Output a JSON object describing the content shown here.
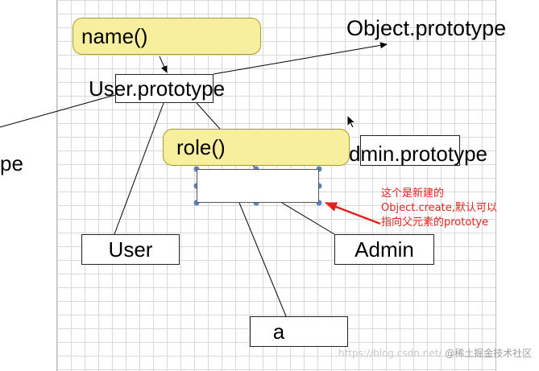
{
  "diagram": {
    "nodes": {
      "name_method": "name()",
      "object_prototype": "Object.prototype",
      "user_prototype": "User.prototype",
      "cut_off_prototype": "pe",
      "role_method": "role()",
      "admin_prototype": "dmin.prototype",
      "user": "User",
      "admin": "Admin",
      "instance_a": "a"
    },
    "annotation": {
      "lines": [
        "这个是新建的",
        "Object.create,默认可以",
        "指向父元素的prototye"
      ]
    },
    "watermark": {
      "url": "https://blog.csdn.net/",
      "brand": "@稀土掘金技术社区"
    }
  },
  "colors": {
    "pill_fill": "#f7ef9d",
    "pill_border": "#a89a2c",
    "annotation": "#e0231f",
    "selection_handle": "#5a7fc4",
    "grid": "#d9d9d9"
  }
}
